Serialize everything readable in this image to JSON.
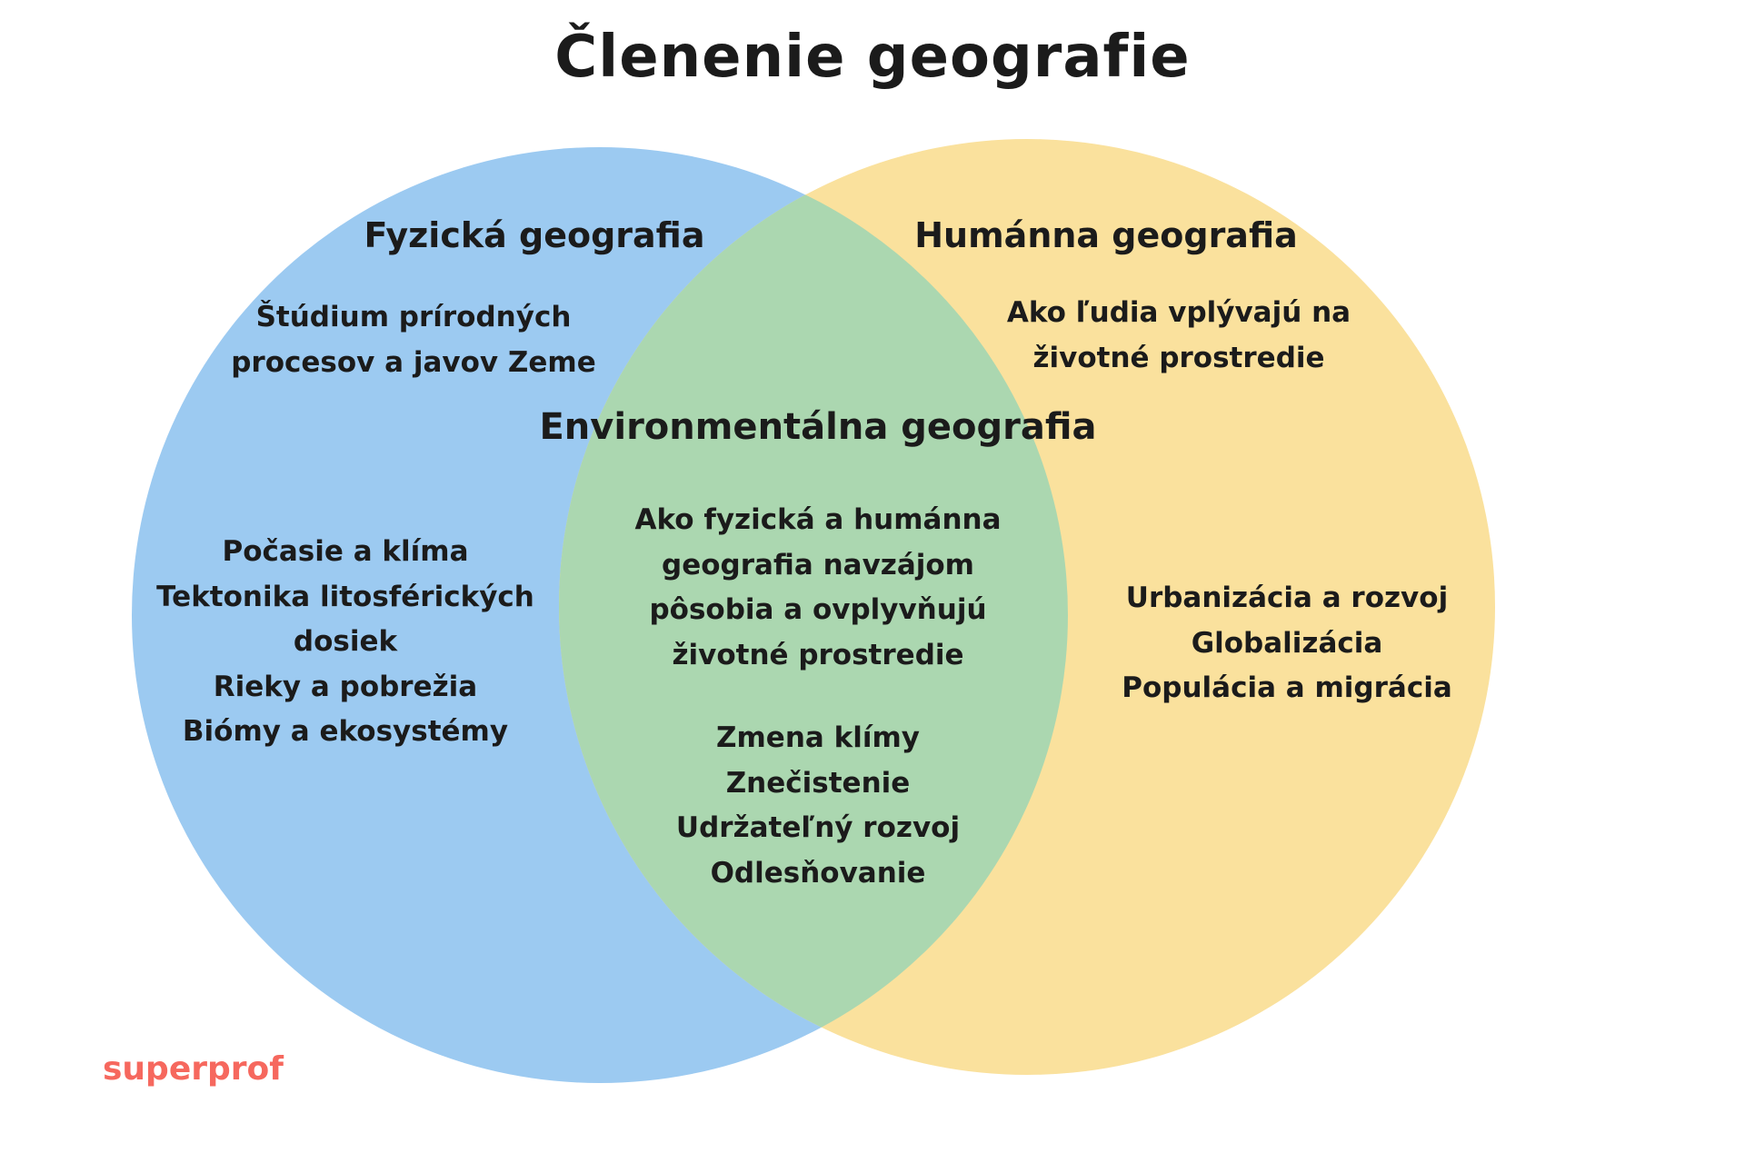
{
  "title": "Členenie geografie",
  "colors": {
    "blue": "#9CCAF1",
    "yellow": "#FAE19D",
    "green": "#ABD7B0",
    "brand": "#F6685E",
    "text": "#1B1B1B"
  },
  "venn": {
    "left": {
      "heading": "Fyzická geografia",
      "description_lines": [
        "Štúdium prírodných",
        "procesov a javov Zeme"
      ],
      "items": [
        "Počasie a klíma",
        "Tektonika litosférických dosiek",
        "Rieky a pobrežia",
        "Biómy a ekosystémy"
      ]
    },
    "right": {
      "heading": "Humánna geografia",
      "description_lines": [
        "Ako ľudia vplývajú na",
        "životné prostredie"
      ],
      "items": [
        "Urbanizácia a rozvoj",
        "Globalizácia",
        "Populácia a migrácia"
      ]
    },
    "center": {
      "heading": "Environmentálna geografia",
      "description_lines": [
        "Ako fyzická a humánna",
        "geografia navzájom",
        "pôsobia a ovplyvňujú",
        "životné prostredie"
      ],
      "items": [
        "Zmena klímy",
        "Znečistenie",
        "Udržateľný rozvoj",
        "Odlesňovanie"
      ]
    }
  },
  "footer": {
    "brand": "superprof"
  }
}
